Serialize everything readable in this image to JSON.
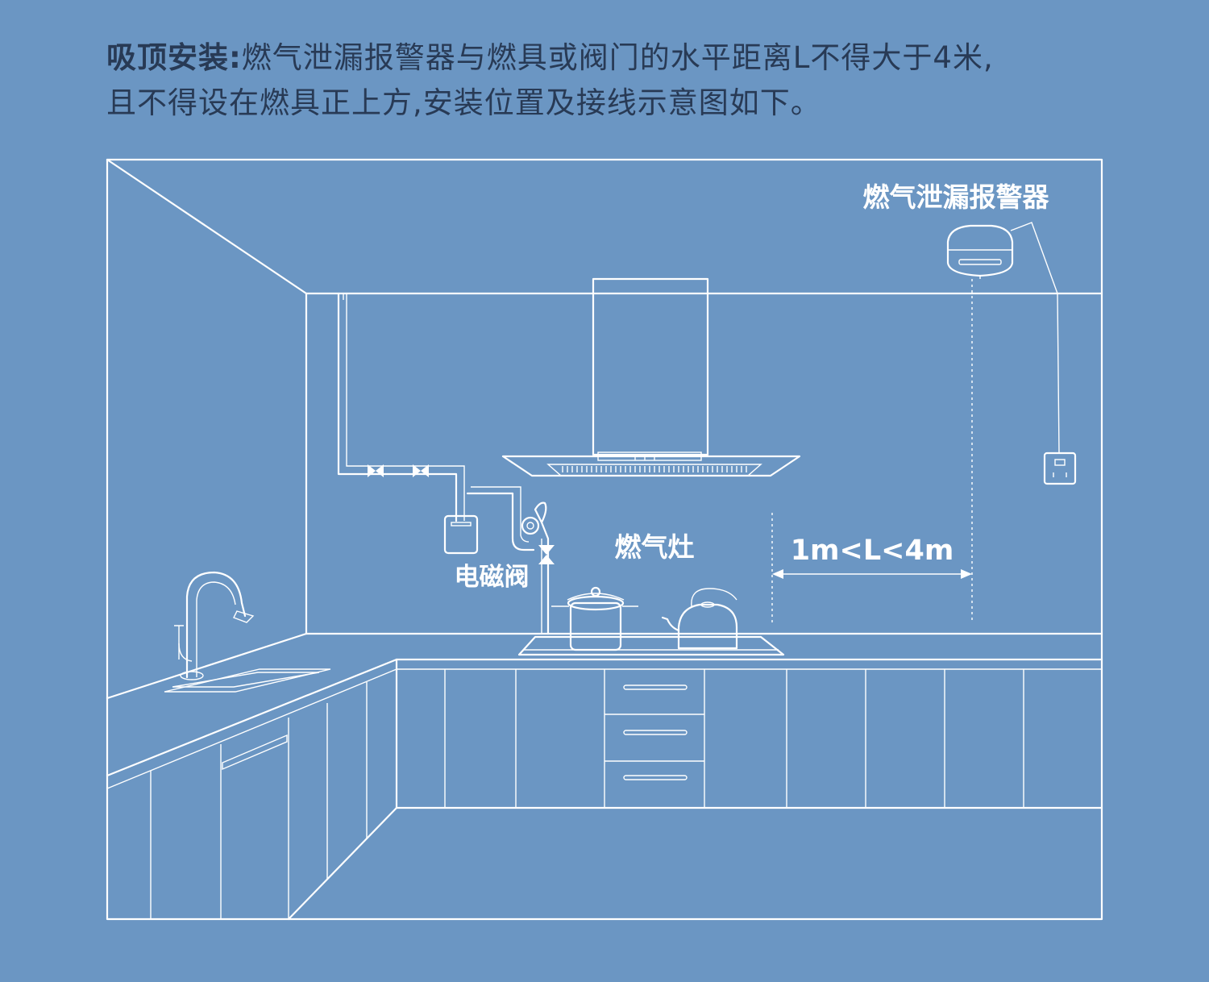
{
  "intro": {
    "lead": "吸顶安装:",
    "line1_rest": "燃气泄漏报警器与燃具或阀门的水平距离L不得大于4米,",
    "line2": "且不得设在燃具正上方,安装位置及接线示意图如下。"
  },
  "labels": {
    "alarm": "燃气泄漏报警器",
    "stove": "燃气灶",
    "valve": "电磁阀",
    "distance": "1m<L<4m"
  },
  "colors": {
    "background": "#6b96c3",
    "line_art": "#ffffff",
    "text_dark": "#283a55"
  }
}
